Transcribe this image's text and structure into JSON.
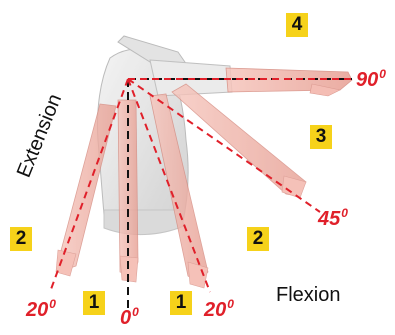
{
  "labels": {
    "extension": "Extension",
    "flexion": "Flexion"
  },
  "zones": [
    {
      "id": "zone-4",
      "text": "4"
    },
    {
      "id": "zone-3",
      "text": "3"
    },
    {
      "id": "zone-2-left",
      "text": "2"
    },
    {
      "id": "zone-2-right",
      "text": "2"
    },
    {
      "id": "zone-1-left",
      "text": "1"
    },
    {
      "id": "zone-1-right",
      "text": "1"
    }
  ],
  "angles": [
    {
      "id": "angle-90",
      "value": "90",
      "unit": "0"
    },
    {
      "id": "angle-45",
      "value": "45",
      "unit": "0"
    },
    {
      "id": "angle-20-left",
      "value": "20",
      "unit": "0"
    },
    {
      "id": "angle-0",
      "value": "0",
      "unit": "0"
    },
    {
      "id": "angle-20-right",
      "value": "20",
      "unit": "0"
    }
  ],
  "colors": {
    "zone_fill": "#f6d21a",
    "angle_text": "#e0202a",
    "guide_line": "#e0202a",
    "reference_line": "#111111",
    "arm_skin": "#f2b8ae",
    "shirt": "#e8e8e8"
  }
}
